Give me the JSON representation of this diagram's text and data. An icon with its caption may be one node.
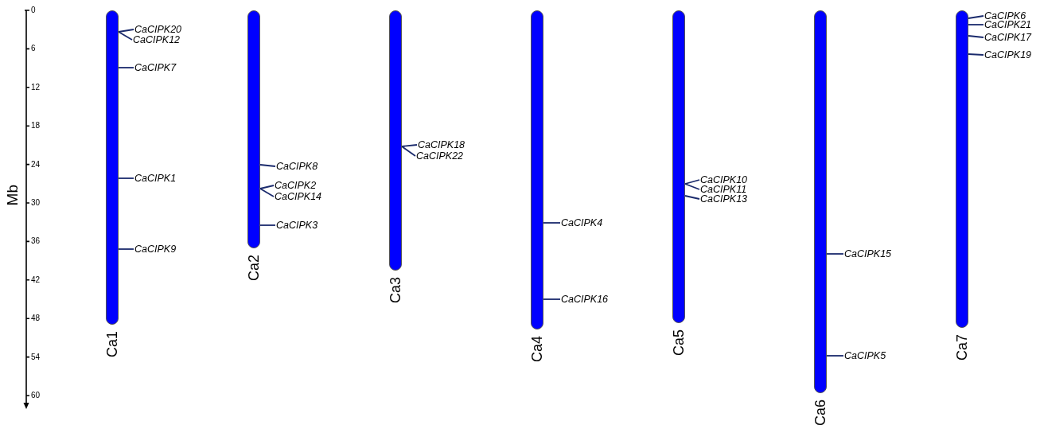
{
  "diagram": {
    "nodes": [
      {
        "text": [
          "Ca1"
        ]
      },
      {
        "text": [
          "CaCIPK20"
        ]
      },
      {
        "text": [
          "CaCIPK12"
        ]
      },
      {
        "text": [
          "CaCIPK7"
        ]
      },
      {
        "text": [
          "CaCIPK1"
        ]
      },
      {
        "text": [
          "CaCIPK9"
        ]
      },
      {
        "text": [
          "Ca2"
        ]
      },
      {
        "text": [
          "CaCIPK8"
        ]
      },
      {
        "text": [
          "CaCIPK2"
        ]
      },
      {
        "text": [
          "CaCIPK14"
        ]
      },
      {
        "text": [
          "CaCIPK3"
        ]
      },
      {
        "text": [
          "Ca3"
        ]
      },
      {
        "text": [
          "CaCIPK18"
        ]
      },
      {
        "text": [
          "CaCIPK22"
        ]
      },
      {
        "text": [
          "Ca4"
        ]
      },
      {
        "text": [
          "CaCIPK4"
        ]
      },
      {
        "text": [
          "CaCIPK16"
        ]
      },
      {
        "text": [
          "Ca5"
        ]
      },
      {
        "text": [
          "CaCIPK10"
        ]
      },
      {
        "text": [
          "CaCIPK11"
        ]
      },
      {
        "text": [
          "CaCIPK13"
        ]
      },
      {
        "text": [
          "Ca6"
        ]
      },
      {
        "text": [
          "CaCIPK15"
        ]
      },
      {
        "text": [
          "CaCIPK5"
        ]
      },
      {
        "text": [
          "Ca7"
        ]
      },
      {
        "text": [
          "CaCIPK6"
        ]
      },
      {
        "text": [
          "CaCIPK21"
        ]
      },
      {
        "text": [
          "CaCIPK17"
        ]
      },
      {
        "text": [
          "CaCIPK19"
        ]
      }
    ],
    "edges": [
      {
        "from": 1,
        "to": 0,
        "arrow": "none"
      },
      {
        "from": 2,
        "to": 0,
        "arrow": "none"
      },
      {
        "from": 3,
        "to": 0,
        "arrow": "none"
      },
      {
        "from": 4,
        "to": 0,
        "arrow": "none"
      },
      {
        "from": 5,
        "to": 0,
        "arrow": "none"
      },
      {
        "from": 7,
        "to": 6,
        "arrow": "none"
      },
      {
        "from": 8,
        "to": 6,
        "arrow": "none"
      },
      {
        "from": 9,
        "to": 6,
        "arrow": "none"
      },
      {
        "from": 10,
        "to": 6,
        "arrow": "none"
      },
      {
        "from": 12,
        "to": 11,
        "arrow": "none"
      },
      {
        "from": 13,
        "to": 11,
        "arrow": "none"
      },
      {
        "from": 15,
        "to": 14,
        "arrow": "none"
      },
      {
        "from": 16,
        "to": 14,
        "arrow": "none"
      },
      {
        "from": 18,
        "to": 17,
        "arrow": "none"
      },
      {
        "from": 19,
        "to": 17,
        "arrow": "none"
      },
      {
        "from": 20,
        "to": 17,
        "arrow": "none"
      },
      {
        "from": 22,
        "to": 21,
        "arrow": "none"
      },
      {
        "from": 23,
        "to": 21,
        "arrow": "none"
      },
      {
        "from": 25,
        "to": 24,
        "arrow": "none"
      },
      {
        "from": 26,
        "to": 24,
        "arrow": "none"
      },
      {
        "from": 27,
        "to": 24,
        "arrow": "none"
      },
      {
        "from": 28,
        "to": 24,
        "arrow": "none"
      }
    ],
    "labels": [
      "Mb",
      "0",
      "6",
      "12",
      "18",
      "24",
      "30",
      "36",
      "42",
      "48",
      "54",
      "60"
    ]
  }
}
